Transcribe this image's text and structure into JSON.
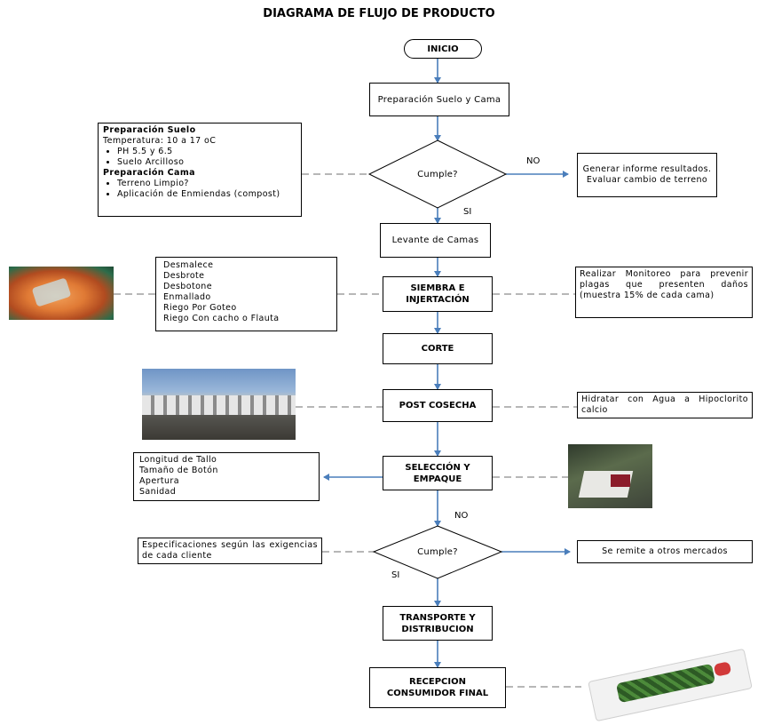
{
  "title": "DIAGRAMA DE FLUJO DE PRODUCTO",
  "nodes": {
    "inicio": "INICIO",
    "prep": "Preparación Suelo y Cama",
    "cumple1": "Cumple?",
    "informe": "Generar informe resultados. Evaluar cambio de terreno",
    "levante": "Levante de Camas",
    "siembra": "SIEMBRA E INJERTACIÓN",
    "corte": "CORTE",
    "post": "POST COSECHA",
    "seleccion": "SELECCIÓN Y EMPAQUE",
    "cumple2": "Cumple?",
    "remite": "Se remite a otros mercados",
    "transporte": "TRANSPORTE Y DISTRIBUCION",
    "recepcion": "RECEPCION CONSUMIDOR FINAL"
  },
  "labels": {
    "no1": "NO",
    "si1": "SI",
    "no2": "NO",
    "si2": "SI"
  },
  "prep_note": {
    "suelo_title": "Preparación Suelo",
    "temperatura": "Temperatura: 10 a 17 oC",
    "suelo_items": [
      "PH 5.5 y 6.5",
      "Suelo Arcilloso"
    ],
    "cama_title": "Preparación Cama",
    "cama_items": [
      "Terreno Limpio?",
      "Aplicación de Enmiendas (compost)"
    ]
  },
  "siembra_note": [
    "Desmalece",
    "Desbrote",
    "Desbotone",
    "Enmallado",
    "Riego Por Goteo",
    "Riego Con cacho o Flauta"
  ],
  "monitoreo_note": "Realizar Monitoreo para prevenir plagas que presenten daños (muestra 15% de cada cama)",
  "hidratar_note": "Hidratar con Agua a Hipoclorito calcio",
  "seleccion_note": [
    "Longitud de Tallo",
    "Tamaño de Botón",
    "Apertura",
    "Sanidad"
  ],
  "especificaciones_note": "Especificaciones según las exigencias de cada cliente",
  "colors": {
    "arrow": "#4a7ebb",
    "dash": "#8c8c8c"
  }
}
